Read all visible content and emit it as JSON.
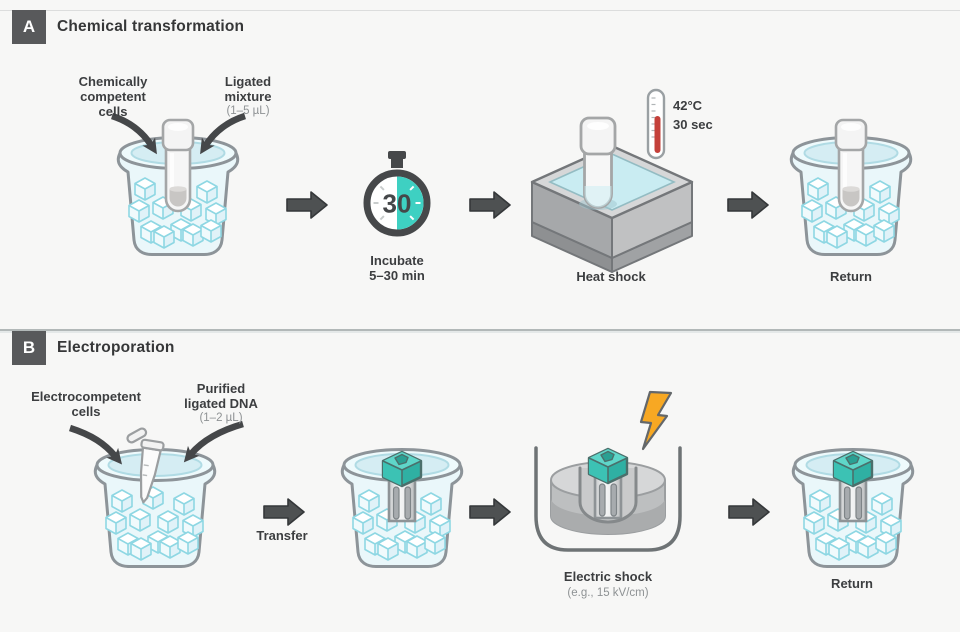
{
  "colors": {
    "background": "#f7f7f6",
    "accent_teal": "#3ed0c2",
    "header_square": "#58595b",
    "arrow_dark": "#4e5152",
    "thermometer_red": "#c4403a",
    "lightning_orange": "#f7a823",
    "ice_outline": "#8ed7e3",
    "text_dark": "#3c3e40",
    "text_muted": "#8e9294"
  },
  "panel_a": {
    "tag": "A",
    "title": "Chemical transformation",
    "cells_label": "Chemically\ncompetent\ncells",
    "mixture_label": "Ligated\nmixture",
    "mixture_volume": "(1–5 µL)",
    "timer_value": "30",
    "incubate_caption": "Incubate\n5–30 min",
    "thermometer_temp": "42°C",
    "thermometer_time": "30 sec",
    "heat_shock_caption": "Heat shock",
    "return_caption": "Return"
  },
  "panel_b": {
    "tag": "B",
    "title": "Electroporation",
    "cells_label": "Electrocompetent\ncells",
    "dna_label": "Purified\nligated DNA",
    "dna_volume": "(1–2 µL)",
    "transfer_caption": "Transfer",
    "electric_shock_caption": "Electric shock",
    "electric_shock_detail": "(e.g., 15 kV/cm)",
    "return_caption": "Return"
  }
}
